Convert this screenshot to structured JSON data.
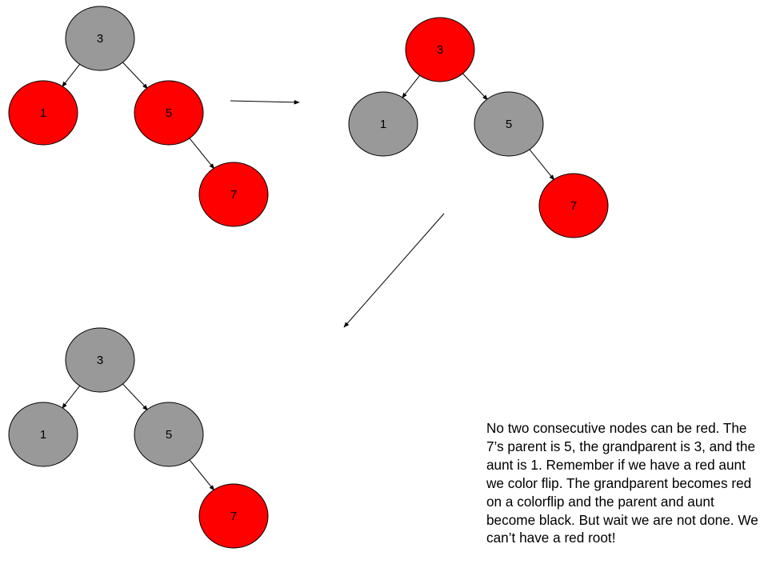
{
  "colors": {
    "red": "#ff0000",
    "black": "#999999",
    "stroke": "#000000"
  },
  "trees": [
    {
      "id": "tree-before-colorflip",
      "nodes": [
        {
          "key": "n3",
          "label": "3",
          "color": "black"
        },
        {
          "key": "n1",
          "label": "1",
          "color": "red"
        },
        {
          "key": "n5",
          "label": "5",
          "color": "red"
        },
        {
          "key": "n7",
          "label": "7",
          "color": "red"
        }
      ],
      "edges": [
        [
          "n3",
          "n1"
        ],
        [
          "n3",
          "n5"
        ],
        [
          "n5",
          "n7"
        ]
      ]
    },
    {
      "id": "tree-after-colorflip",
      "nodes": [
        {
          "key": "n3",
          "label": "3",
          "color": "red"
        },
        {
          "key": "n1",
          "label": "1",
          "color": "black"
        },
        {
          "key": "n5",
          "label": "5",
          "color": "black"
        },
        {
          "key": "n7",
          "label": "7",
          "color": "red"
        }
      ],
      "edges": [
        [
          "n3",
          "n1"
        ],
        [
          "n3",
          "n5"
        ],
        [
          "n5",
          "n7"
        ]
      ]
    },
    {
      "id": "tree-after-root-recolor",
      "nodes": [
        {
          "key": "n3",
          "label": "3",
          "color": "black"
        },
        {
          "key": "n1",
          "label": "1",
          "color": "black"
        },
        {
          "key": "n5",
          "label": "5",
          "color": "black"
        },
        {
          "key": "n7",
          "label": "7",
          "color": "red"
        }
      ],
      "edges": [
        [
          "n3",
          "n1"
        ],
        [
          "n3",
          "n5"
        ],
        [
          "n5",
          "n7"
        ]
      ]
    }
  ],
  "note": {
    "text": "No two consecutive nodes can be red. The 7’s parent is 5, the grandparent is 3, and the aunt is 1. Remember if we have a red aunt we color flip. The grandparent becomes red on a colorflip and the parent and aunt become black. But wait we are not done. We can’t have a red root!"
  }
}
